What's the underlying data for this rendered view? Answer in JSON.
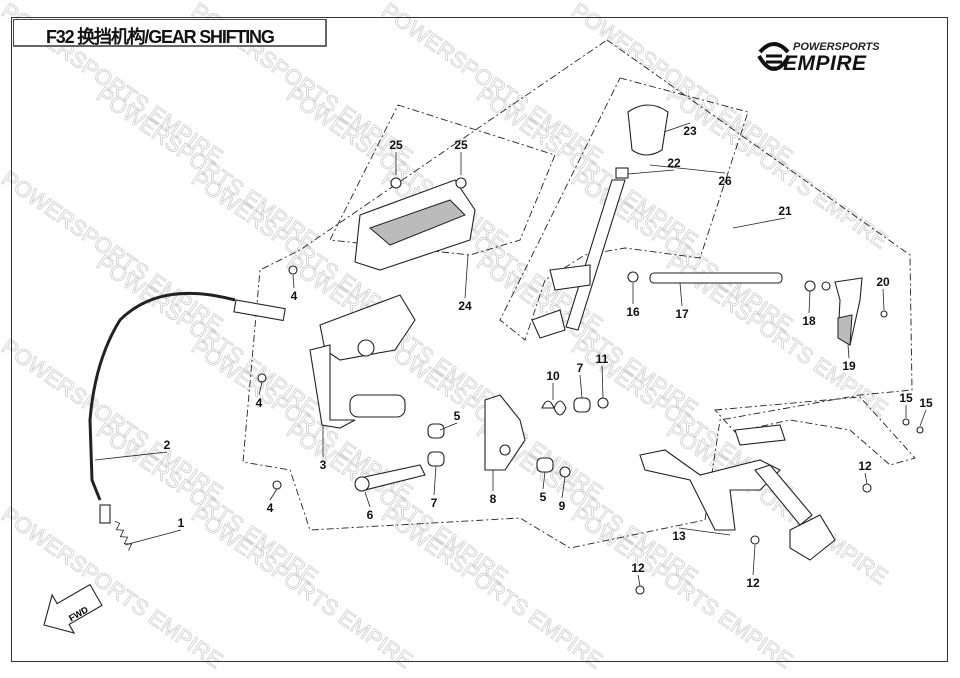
{
  "header": {
    "title": "F32 换挡机构/GEAR SHIFTING"
  },
  "logo": {
    "line1": "POWERSPORTS",
    "line2": "EMPIRE"
  },
  "watermark": "POWERSPORTS EMPIRE",
  "fwd_arrow": "FWD",
  "callouts": [
    "25",
    "25",
    "23",
    "22",
    "26",
    "21",
    "24",
    "4",
    "16",
    "17",
    "18",
    "20",
    "19",
    "7",
    "11",
    "10",
    "4",
    "5",
    "2",
    "3",
    "15",
    "15",
    "12",
    "7",
    "8",
    "5",
    "9",
    "6",
    "4",
    "1",
    "13",
    "12",
    "12"
  ],
  "colors": {
    "line": "#222222",
    "watermark": "#cfcfcf"
  }
}
